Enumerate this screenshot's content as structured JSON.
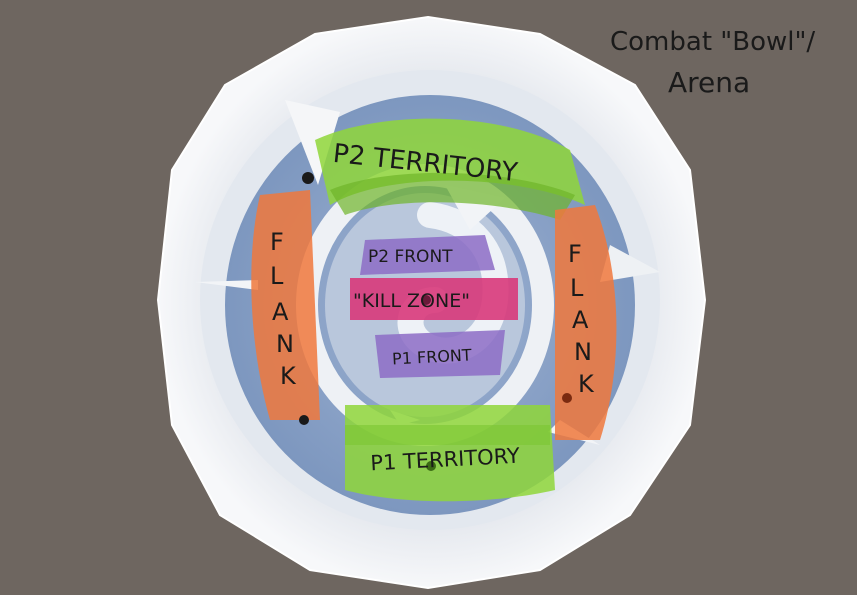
{
  "annotation": {
    "title_line1": "Combat \"Bowl\"/",
    "title_line2": "Arena"
  },
  "zones": {
    "p2_territory": "P2 TERRITORY",
    "p1_territory": "P1 TERRITORY",
    "p2_front": "P2 FRONT",
    "p1_front": "P1 FRONT",
    "kill_zone": "\"KILL ZONE\"",
    "flank_left": [
      "F",
      "L",
      "A",
      "N",
      "K"
    ],
    "flank_right": [
      "F",
      "L",
      "A",
      "N",
      "K"
    ]
  },
  "colors": {
    "background": "#6e6660",
    "bowl_rim": "#f2f3f5",
    "bowl_floor": "#8aa2c4",
    "territory": "#8fd63a",
    "flank": "#f0783c",
    "front": "#8c6cc6",
    "kill_zone": "#d8387a"
  }
}
